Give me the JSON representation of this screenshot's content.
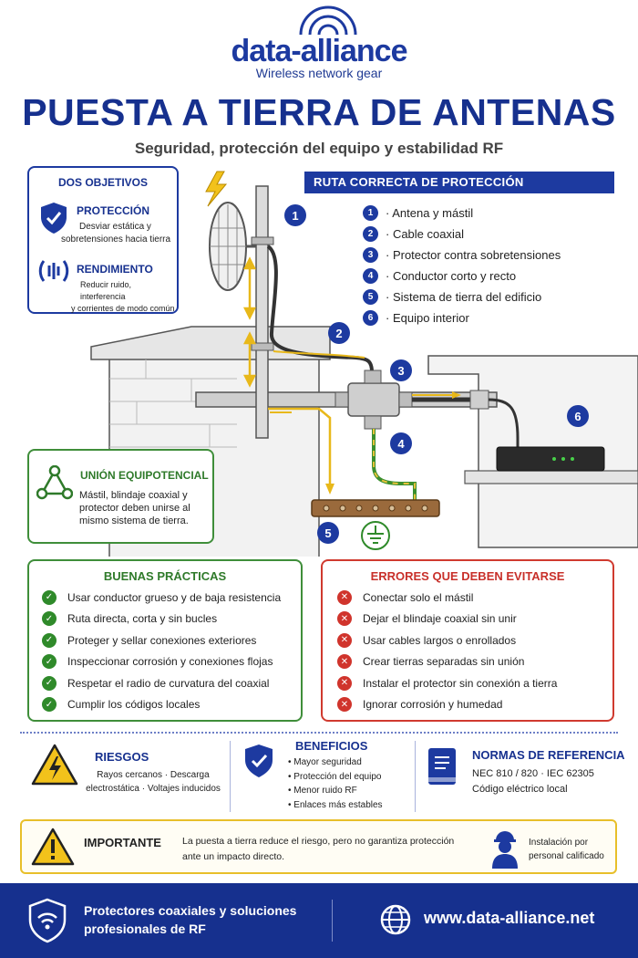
{
  "brand": {
    "name": "data-alliance",
    "tagline": "Wireless network gear"
  },
  "title": "PUESTA A TIERRA DE ANTENAS",
  "subtitle": "Seguridad, protección del equipo y estabilidad RF",
  "objectives": {
    "heading": "DOS OBJETIVOS",
    "items": [
      {
        "title": "PROTECCIÓN",
        "desc1": "Desviar estática y",
        "desc2": "sobretensiones hacia tierra",
        "icon": "shield-check-icon"
      },
      {
        "title": "RENDIMIENTO",
        "desc1": "Reducir ruido, interferencia",
        "desc2": "y corrientes de modo común",
        "icon": "signal-wave-icon"
      }
    ]
  },
  "route": {
    "heading": "RUTA CORRECTA DE PROTECCIÓN",
    "items": [
      {
        "num": "1",
        "label": "· Antena y mástil"
      },
      {
        "num": "2",
        "label": "· Cable coaxial"
      },
      {
        "num": "3",
        "label": "· Protector contra sobretensiones"
      },
      {
        "num": "4",
        "label": "· Conductor corto y recto"
      },
      {
        "num": "5",
        "label": "· Sistema de tierra del edificio"
      },
      {
        "num": "6",
        "label": "· Equipo interior"
      }
    ]
  },
  "diagram_labels": [
    "1",
    "2",
    "3",
    "4",
    "5",
    "6"
  ],
  "equipotential": {
    "heading": "UNIÓN EQUIPOTENCIAL",
    "desc": "Mástil, blindaje coaxial y protector deben unirse al mismo sistema de tierra."
  },
  "good": {
    "heading": "BUENAS PRÁCTICAS",
    "items": [
      "Usar conductor grueso y de baja resistencia",
      "Ruta directa, corta y sin bucles",
      "Proteger y sellar conexiones exteriores",
      "Inspeccionar corrosión y conexiones flojas",
      "Respetar el radio de curvatura del coaxial",
      "Cumplir los códigos locales"
    ]
  },
  "bad": {
    "heading": "ERRORES QUE DEBEN EVITARSE",
    "items": [
      "Conectar solo el mástil",
      "Dejar el blindaje coaxial sin unir",
      "Usar cables largos o enrollados",
      "Crear tierras separadas sin unión",
      "Instalar el protector sin conexión a tierra",
      "Ignorar corrosión y humedad"
    ]
  },
  "risks": {
    "heading": "RIESGOS",
    "line1": "Rayos cercanos · Descarga",
    "line2": "electrostática · Voltajes inducidos"
  },
  "benefits": {
    "heading": "BENEFICIOS",
    "items": [
      "Mayor seguridad",
      "Protección del equipo",
      "Menor ruido RF",
      "Enlaces más estables"
    ]
  },
  "standards": {
    "heading": "NORMAS DE REFERENCIA",
    "line1": "NEC 810 / 820 · IEC 62305",
    "line2": "Código eléctrico local"
  },
  "important": {
    "heading": "IMPORTANTE",
    "text1": "La puesta a tierra reduce el riesgo, pero no garantiza protección",
    "text2": "ante un impacto directo.",
    "note1": "Instalación por",
    "note2": "personal calificado"
  },
  "footer": {
    "line1": "Protectores coaxiales y soluciones",
    "line2": "profesionales de RF",
    "url": "www.data-alliance.net"
  },
  "colors": {
    "navy": "#16308e",
    "green": "#2f8a2a",
    "red": "#d0342c",
    "yellow": "#f2c21b"
  }
}
